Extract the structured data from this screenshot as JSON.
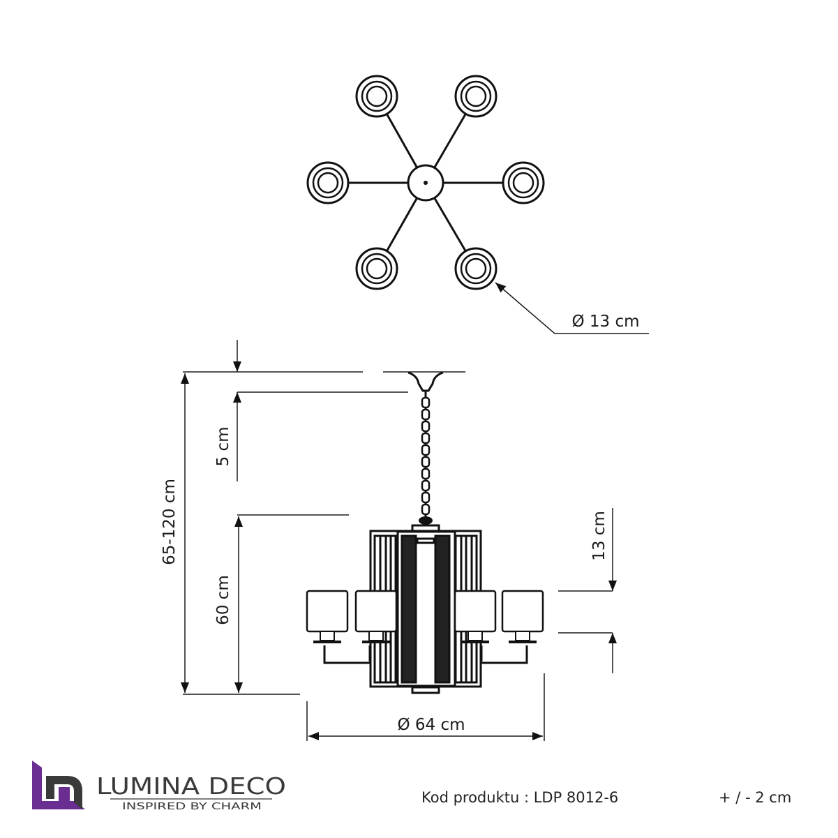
{
  "top_view": {
    "cup_diameter_label": "Ø 13 cm"
  },
  "side_view": {
    "canopy_height_label": "5 cm",
    "total_height_label": "65-120 cm",
    "body_height_label": "60 cm",
    "shade_height_label": "13 cm",
    "diameter_label": "Ø 64 cm"
  },
  "footer": {
    "brand_name": "LUMINA DECO",
    "brand_tagline": "INSPIRED BY CHARM",
    "product_code": "Kod produktu : LDP 8012-6",
    "tolerance": "+ / - 2 cm"
  },
  "colors": {
    "line": "#1a1a1a",
    "logo_purple": "#6a2d91",
    "logo_gray": "#3a3a3a"
  }
}
